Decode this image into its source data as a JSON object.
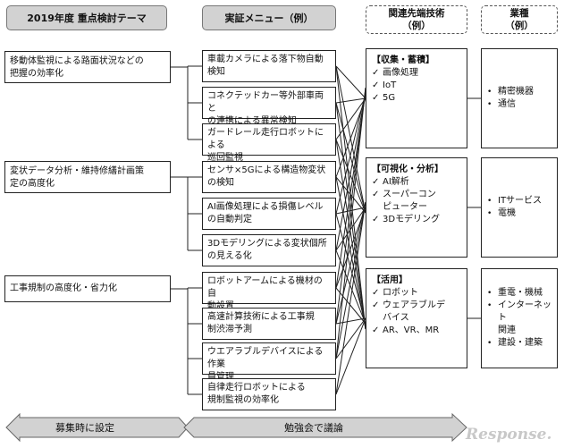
{
  "headers": {
    "theme": "2019年度 重点検討テーマ",
    "menu": "実証メニュー（例）",
    "tech_line1": "関連先端技術",
    "tech_line2": "（例）",
    "industry_line1": "業種",
    "industry_line2": "（例）"
  },
  "themes": [
    {
      "lines": [
        "移動体監視による路面状況などの",
        "把握の効率化"
      ]
    },
    {
      "lines": [
        "変状データ分析・維持修繕計画策",
        "定の高度化"
      ]
    },
    {
      "lines": [
        "工事規制の高度化・省力化"
      ]
    }
  ],
  "menus": [
    {
      "lines": [
        "車載カメラによる落下物自動",
        "検知"
      ]
    },
    {
      "lines": [
        "コネクテッドカー等外部車両と",
        "の連携による異常検知"
      ]
    },
    {
      "lines": [
        "ガードレール走行ロボットによる",
        "巡回監視"
      ]
    },
    {
      "lines": [
        "センサ×5Gによる構造物変状",
        "の検知"
      ]
    },
    {
      "lines": [
        "AI画像処理による損傷レベル",
        "の自動判定"
      ]
    },
    {
      "lines": [
        "3Dモデリングによる変状個所",
        "の見える化"
      ]
    },
    {
      "lines": [
        "ロボットアームによる機材の自",
        "動設置"
      ]
    },
    {
      "lines": [
        "高速計算技術による工事規",
        "制渋滞予測"
      ]
    },
    {
      "lines": [
        "ウエアラブルデバイスによる作業",
        "員管理"
      ]
    },
    {
      "lines": [
        "自律走行ロボットによる",
        "規制監視の効率化"
      ]
    }
  ],
  "tech": [
    {
      "category": "【収集・蓄積】",
      "check": "✓",
      "items": [
        [
          "画像処理"
        ],
        [
          "IoT"
        ],
        [
          "5G"
        ]
      ]
    },
    {
      "category": "【可視化・分析】",
      "check": "✓",
      "items": [
        [
          "AI解析"
        ],
        [
          "スーパーコン",
          "ピューター"
        ],
        [
          "3Dモデリング"
        ]
      ]
    },
    {
      "category": "【活用】",
      "check": "✓",
      "items": [
        [
          "ロボット"
        ],
        [
          "ウェアラブルデ",
          "バイス"
        ],
        [
          "AR、VR、MR"
        ]
      ]
    }
  ],
  "industries": [
    {
      "bullet": "•",
      "items": [
        [
          "精密機器"
        ],
        [
          "通信"
        ]
      ]
    },
    {
      "bullet": "•",
      "items": [
        [
          "ITサービス"
        ],
        [
          "電機"
        ]
      ]
    },
    {
      "bullet": "•",
      "items": [
        [
          "重電・機械"
        ],
        [
          "インターネット",
          "関連"
        ],
        [
          "建設・建築"
        ]
      ]
    }
  ],
  "bottom": {
    "left_label": "募集時に設定",
    "right_label": "勉強会で議論"
  },
  "watermark": "Response."
}
